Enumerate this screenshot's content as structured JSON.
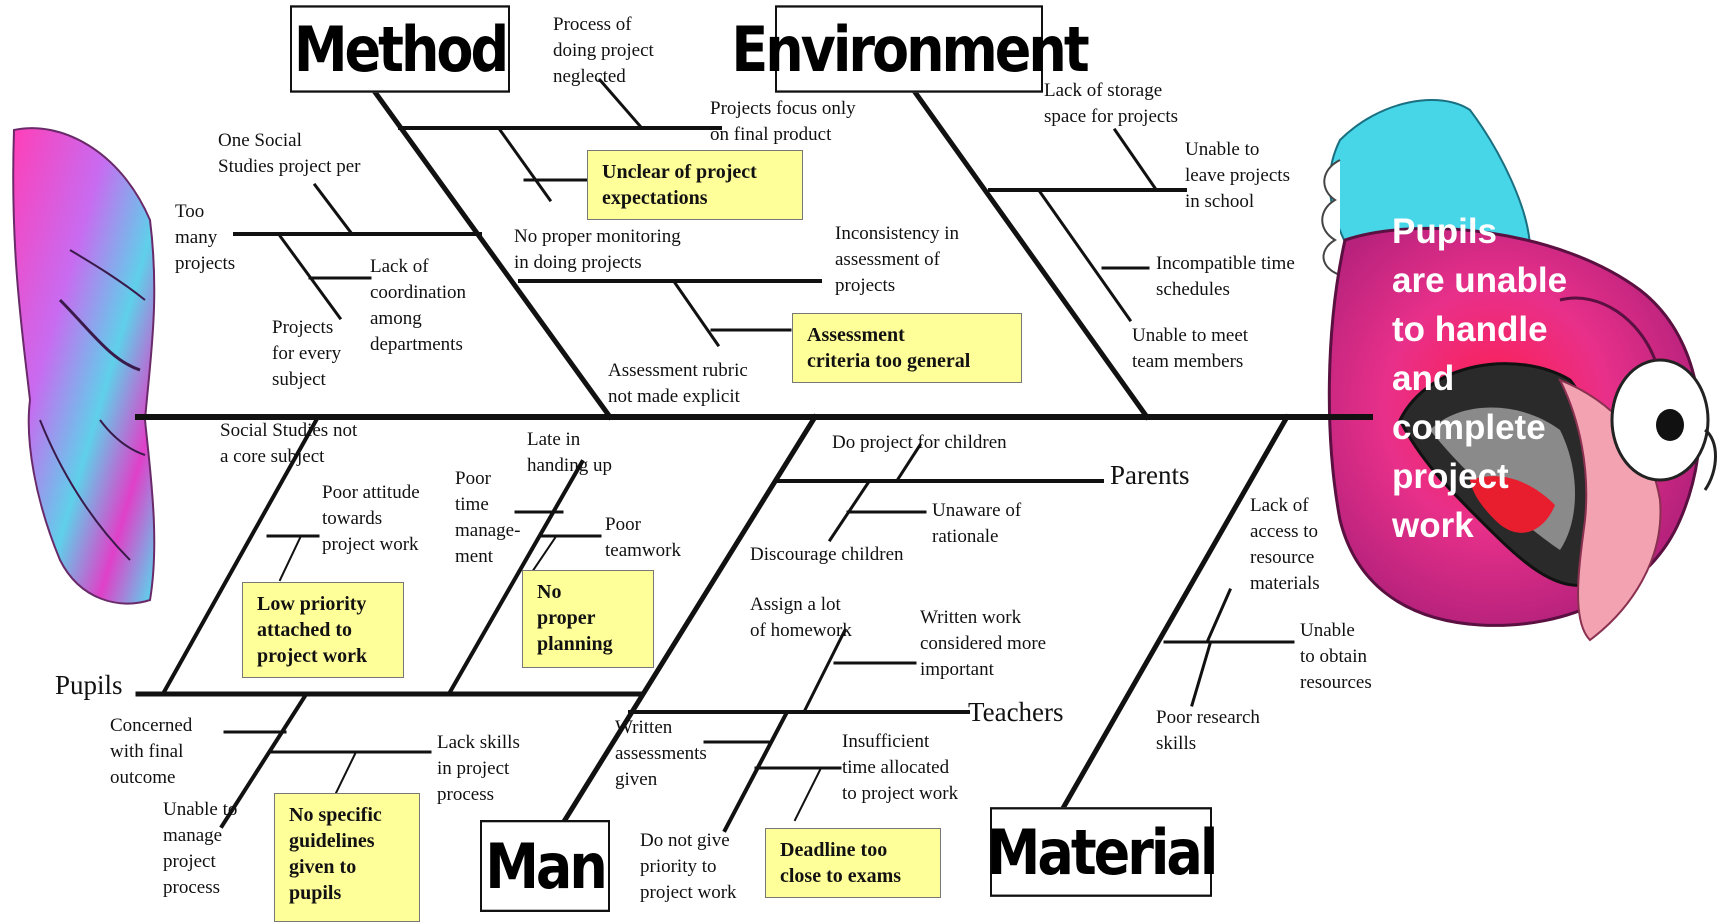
{
  "problem": "Pupils\nare unable\nto handle\nand\ncomplete\nproject\nwork",
  "categories": {
    "method": "Method",
    "environment": "Environment",
    "man": "Man",
    "material": "Material",
    "pupils": "Pupils",
    "parents": "Parents",
    "teachers": "Teachers"
  },
  "causes": {
    "process_neglected": "Process of\ndoing project\nneglected",
    "focus_final": "Projects focus only\non final product",
    "one_ss_project": "One Social\nStudies project per",
    "too_many": "Too\nmany\nprojects",
    "lack_coordination": "Lack of\ncoordination\namong\ndepartments",
    "every_subject": "Projects\nfor every\nsubject",
    "no_monitoring": "No proper monitoring\nin doing projects",
    "inconsistency": "Inconsistency in\nassessment of\nprojects",
    "rubric": "Assessment rubric\nnot made explicit",
    "storage": "Lack of storage\nspace for projects",
    "leave_school": "Unable to\nleave projects\nin school",
    "time_schedules": "Incompatible time\nschedules",
    "meet_members": "Unable to meet\nteam members",
    "ss_not_core": "Social Studies not\na core subject",
    "poor_attitude": "Poor attitude\ntowards\nproject work",
    "poor_time": "Poor\ntime\nmanage-\nment",
    "late_handing": "Late in\nhanding up",
    "poor_teamwork": "Poor\nteamwork",
    "do_for_children": "Do project for children",
    "unaware": "Unaware of\nrationale",
    "discourage": "Discourage children",
    "homework": "Assign a lot\nof homework",
    "written_more": "Written work\nconsidered more\nimportant",
    "written_assess": "Written\nassessments\ngiven",
    "insufficient_time": "Insufficient\ntime allocated\nto project work",
    "no_priority": "Do not give\npriority to\nproject work",
    "concerned": "Concerned\nwith final\noutcome",
    "lack_skills": "Lack skills\nin project\nprocess",
    "unable_manage": "Unable to\nmanage\nproject\nprocess",
    "lack_access": "Lack of\naccess to\nresource\nmaterials",
    "obtain_resources": "Unable\nto obtain\nresources",
    "research_skills": "Poor research\nskills"
  },
  "root_causes": {
    "unclear": "Unclear of project\nexpectations",
    "criteria": "Assessment\ncriteria too general",
    "low_priority": "Low priority\nattached to\nproject work",
    "no_planning": "No\nproper\nplanning",
    "no_guidelines": "No specific\nguidelines\ngiven to\npupils",
    "deadline": "Deadline too\nclose to exams"
  },
  "colors": {
    "root_fill": "#ffff99",
    "fish_head": "#e8308a",
    "fish_fin": "#46d6e8",
    "fish_tail": "#e64bd0"
  },
  "icons": [
    "fish-tail-icon",
    "fish-head-icon"
  ]
}
